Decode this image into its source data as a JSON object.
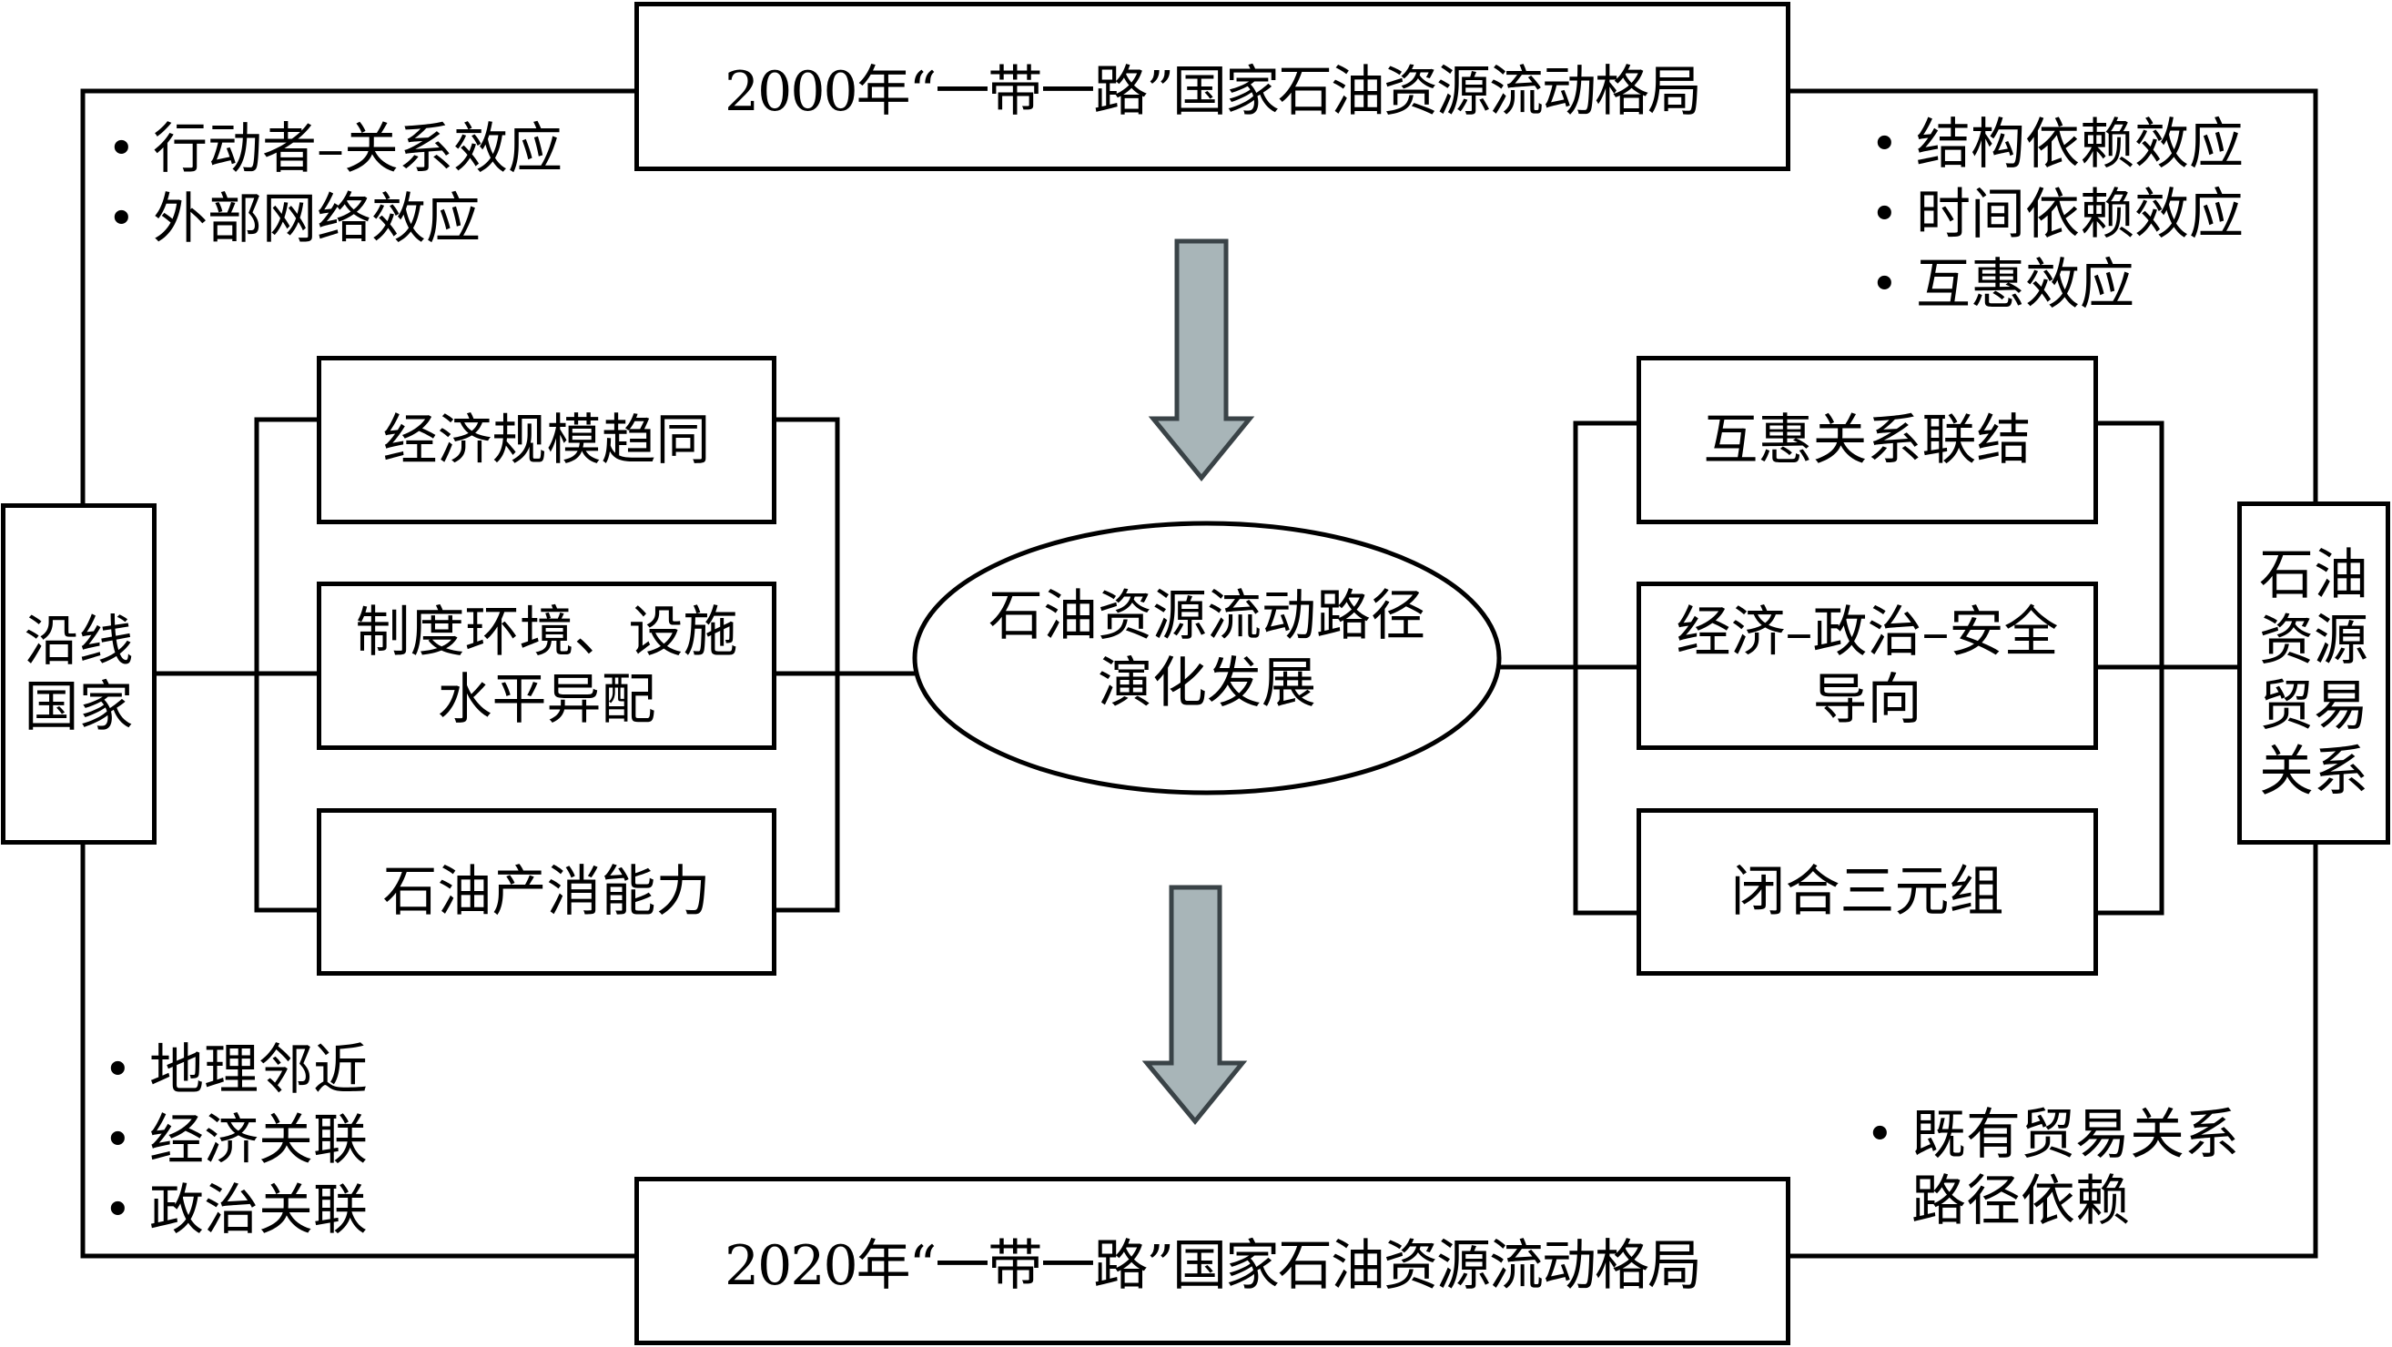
{
  "top_box": {
    "label": "2000年“一带一路”国家石油资源流动格局"
  },
  "bottom_box": {
    "label": "2020年“一带一路”国家石油资源流动格局"
  },
  "left_node": {
    "lines": [
      "沿线",
      "国家"
    ]
  },
  "right_node": {
    "lines": [
      "石油",
      "资源",
      "贸易",
      "关系"
    ]
  },
  "center_node": {
    "lines": [
      "石油资源流动路径",
      "演化发展"
    ]
  },
  "left_factors": [
    {
      "lines": [
        "经济规模趋同"
      ]
    },
    {
      "lines": [
        "制度环境、设施",
        "水平异配"
      ]
    },
    {
      "lines": [
        "石油产消能力"
      ]
    }
  ],
  "right_factors": [
    {
      "lines": [
        "互惠关系联结"
      ]
    },
    {
      "lines": [
        "经济–政治–安全",
        "导向"
      ]
    },
    {
      "lines": [
        "闭合三元组"
      ]
    }
  ],
  "top_left_bullets": [
    "行动者–关系效应",
    "外部网络效应"
  ],
  "top_right_bullets": [
    "结构依赖效应",
    "时间依赖效应",
    "互惠效应"
  ],
  "bottom_left_bullets": [
    "地理邻近",
    "经济关联",
    "政治关联"
  ],
  "bottom_right_bullets": {
    "line1": "既有贸易关系",
    "line2": "路径依赖"
  },
  "colors": {
    "arrow_fill": "#a8b5b8",
    "arrow_stroke": "#3a4347",
    "line": "#000000"
  }
}
